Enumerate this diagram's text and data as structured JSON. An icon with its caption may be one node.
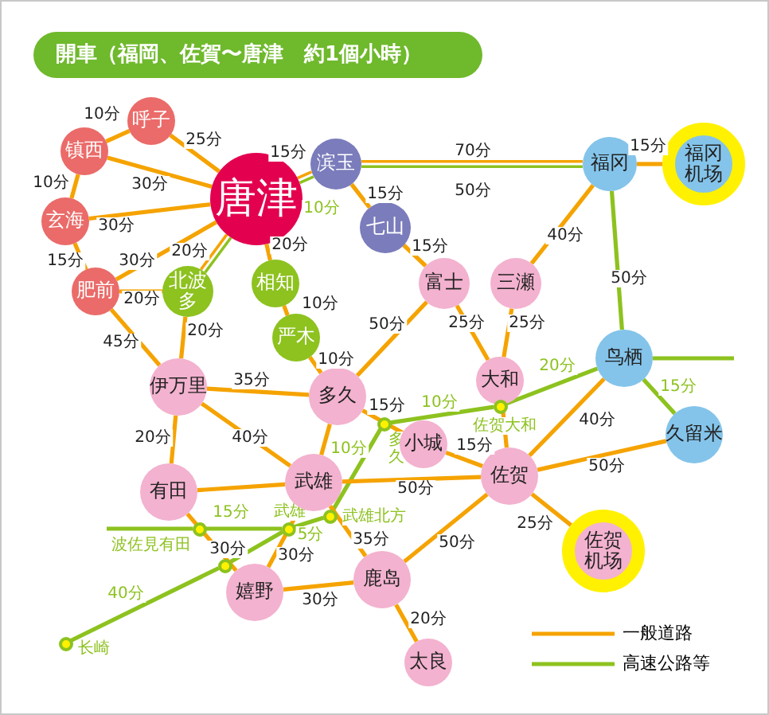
{
  "diagram": {
    "title": "開車（福岡、佐賀〜唐津　約1個小時）",
    "nodes": [
      {
        "text": [
          "呼子"
        ]
      },
      {
        "text": [
          "镇西"
        ]
      },
      {
        "text": [
          "滨玉"
        ]
      },
      {
        "text": [
          "福冈"
        ]
      },
      {
        "text": [
          "福冈机场"
        ]
      },
      {
        "text": [
          "唐津"
        ]
      },
      {
        "text": [
          "玄海"
        ]
      },
      {
        "text": [
          "七山"
        ]
      },
      {
        "text": [
          "肥前"
        ]
      },
      {
        "text": [
          "北波多"
        ]
      },
      {
        "text": [
          "相知"
        ]
      },
      {
        "text": [
          "富士"
        ]
      },
      {
        "text": [
          "三瀬"
        ]
      },
      {
        "text": [
          "严木"
        ]
      },
      {
        "text": [
          "鸟栖"
        ]
      },
      {
        "text": [
          "大和"
        ]
      },
      {
        "text": [
          "伊万里"
        ]
      },
      {
        "text": [
          "多久"
        ]
      },
      {
        "text": [],
        "shape": "circle",
        "beside": [
          "多久"
        ]
      },
      {
        "text": [],
        "shape": "circle",
        "beside": [
          "佐贺大和"
        ]
      },
      {
        "text": [
          "久留米"
        ]
      },
      {
        "text": [
          "小城"
        ]
      },
      {
        "text": [
          "佐贺"
        ]
      },
      {
        "text": [
          "武雄"
        ]
      },
      {
        "text": [
          "有田"
        ]
      },
      {
        "text": [],
        "shape": "circle",
        "beside": [
          "武雄北方"
        ]
      },
      {
        "text": [],
        "shape": "circle",
        "beside": [
          "波佐見有田"
        ]
      },
      {
        "text": [],
        "shape": "circle",
        "beside": [
          "武雄"
        ]
      },
      {
        "text": [
          "佐贺机场"
        ]
      },
      {
        "text": [],
        "shape": "circle"
      },
      {
        "text": [
          "鹿岛"
        ]
      },
      {
        "text": [
          "嬉野"
        ]
      },
      {
        "text": [],
        "shape": "circle",
        "beside": [
          "长崎"
        ]
      },
      {
        "text": [
          "太良"
        ]
      }
    ],
    "edges": [
      {
        "from": 0,
        "to": 1,
        "arrow": "none",
        "label": "10分"
      },
      {
        "from": 0,
        "to": 5,
        "arrow": "none",
        "label": "25分"
      },
      {
        "from": 1,
        "to": 5,
        "arrow": "none",
        "label": "30分"
      },
      {
        "from": 1,
        "to": 6,
        "arrow": "none",
        "label": "10分"
      },
      {
        "from": 6,
        "to": 5,
        "arrow": "none",
        "label": "30分"
      },
      {
        "from": 6,
        "to": 8,
        "arrow": "none",
        "label": "15分"
      },
      {
        "from": 8,
        "to": 5,
        "arrow": "none",
        "label": "30分"
      },
      {
        "from": 8,
        "to": 9,
        "arrow": "none",
        "label": "20分"
      },
      {
        "from": 9,
        "to": 5,
        "arrow": "none",
        "label": "20分"
      },
      {
        "from": 9,
        "to": 5,
        "arrow": "none",
        "color": "#8dc21f"
      },
      {
        "from": 5,
        "to": 2,
        "arrow": "none",
        "label": "15分"
      },
      {
        "from": 5,
        "to": 2,
        "arrow": "none",
        "label": "10分",
        "color": "#8dc21f"
      },
      {
        "from": 5,
        "to": 10,
        "arrow": "none",
        "label": "20分"
      },
      {
        "from": 10,
        "to": 13,
        "arrow": "none",
        "label": "10分"
      },
      {
        "from": 13,
        "to": 17,
        "arrow": "none",
        "label": "10分"
      },
      {
        "from": 8,
        "to": 16,
        "arrow": "none",
        "label": "45分"
      },
      {
        "from": 9,
        "to": 16,
        "arrow": "none",
        "label": "20分"
      },
      {
        "from": 2,
        "to": 7,
        "arrow": "none",
        "label": "15分"
      },
      {
        "from": 7,
        "to": 11,
        "arrow": "none",
        "label": "15分"
      },
      {
        "from": 2,
        "to": 3,
        "arrow": "none",
        "label": "70分"
      },
      {
        "from": 2,
        "to": 3,
        "arrow": "none",
        "label": "50分",
        "color": "#8dc21f"
      },
      {
        "from": 3,
        "to": 4,
        "arrow": "none",
        "label": "15分"
      },
      {
        "from": 3,
        "to": 12,
        "arrow": "none",
        "label": "40分"
      },
      {
        "from": 3,
        "to": 14,
        "arrow": "none",
        "label": "50分",
        "color": "#8dc21f"
      },
      {
        "from": 11,
        "to": 17,
        "arrow": "none",
        "label": "50分"
      },
      {
        "from": 11,
        "to": 15,
        "arrow": "none",
        "label": "25分"
      },
      {
        "from": 12,
        "to": 15,
        "arrow": "none",
        "label": "25分"
      },
      {
        "from": 16,
        "to": 17,
        "arrow": "none",
        "label": "35分"
      },
      {
        "from": 16,
        "to": 24,
        "arrow": "none",
        "label": "20分"
      },
      {
        "from": 16,
        "to": 23,
        "arrow": "none",
        "label": "40分"
      },
      {
        "from": 17,
        "to": 23,
        "arrow": "none"
      },
      {
        "from": 17,
        "to": 21,
        "arrow": "none",
        "label": "15分"
      },
      {
        "from": 18,
        "to": 25,
        "arrow": "none",
        "label": "10分",
        "color": "#8dc21f"
      },
      {
        "from": 18,
        "to": 19,
        "arrow": "none",
        "label": "10分",
        "color": "#8dc21f"
      },
      {
        "from": 19,
        "to": 14,
        "arrow": "none",
        "label": "20分",
        "color": "#8dc21f"
      },
      {
        "from": 14,
        "to": null,
        "arrow": "none",
        "color": "#8dc21f"
      },
      {
        "from": 14,
        "to": 20,
        "arrow": "none",
        "label": "15分",
        "color": "#8dc21f"
      },
      {
        "from": 15,
        "to": 22,
        "arrow": "none"
      },
      {
        "from": 21,
        "to": 22,
        "arrow": "none",
        "label": "15分"
      },
      {
        "from": 14,
        "to": 22,
        "arrow": "none",
        "label": "40分"
      },
      {
        "from": 20,
        "to": 22,
        "arrow": "none",
        "label": "50分"
      },
      {
        "from": 23,
        "to": 22,
        "arrow": "none",
        "label": "50分"
      },
      {
        "from": 22,
        "to": 28,
        "arrow": "none",
        "label": "25分"
      },
      {
        "from": 22,
        "to": 30,
        "arrow": "none",
        "label": "50分"
      },
      {
        "from": 24,
        "to": 23,
        "arrow": "none"
      },
      {
        "from": 25,
        "to": 27,
        "arrow": "none",
        "label": "5分",
        "color": "#8dc21f"
      },
      {
        "from": 27,
        "to": 26,
        "arrow": "none",
        "label": "15分",
        "color": "#8dc21f"
      },
      {
        "from": null,
        "to": 26,
        "arrow": "none",
        "color": "#8dc21f"
      },
      {
        "from": 27,
        "to": 29,
        "arrow": "none",
        "color": "#8dc21f"
      },
      {
        "from": 29,
        "to": 32,
        "arrow": "none",
        "label": "40分",
        "color": "#8dc21f"
      },
      {
        "from": 24,
        "to": 31,
        "arrow": "none",
        "label": "30分"
      },
      {
        "from": 23,
        "to": 31,
        "arrow": "none",
        "label": "30分"
      },
      {
        "from": 23,
        "to": 30,
        "arrow": "none",
        "label": "35分"
      },
      {
        "from": 31,
        "to": 30,
        "arrow": "none",
        "label": "30分"
      },
      {
        "from": 30,
        "to": 33,
        "arrow": "none",
        "label": "20分"
      }
    ],
    "legend": [
      {
        "text": "一般道路"
      },
      {
        "text": "高速公路等"
      }
    ]
  }
}
